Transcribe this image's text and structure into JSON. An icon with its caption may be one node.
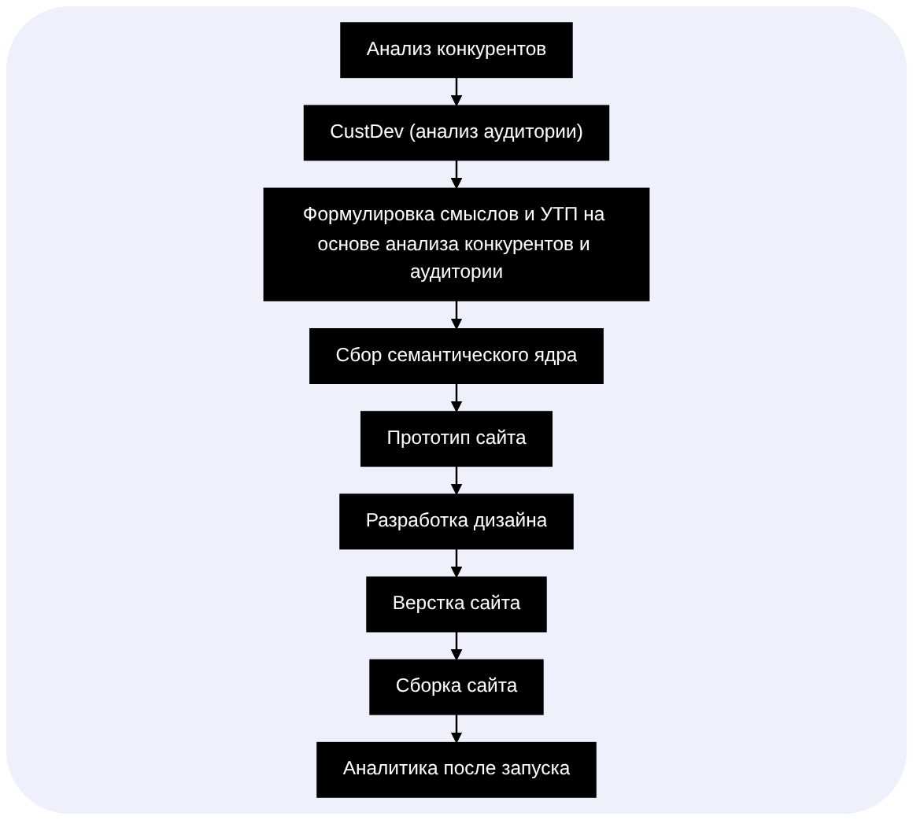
{
  "diagram": {
    "nodes": [
      {
        "text": [
          "Анализ конкурентов"
        ]
      },
      {
        "text": [
          "CustDev (анализ аудитории)"
        ]
      },
      {
        "text": [
          "Формулировка смыслов и УТП на основе анализа конкурентов и аудитории"
        ]
      },
      {
        "text": [
          "Сбор семантического ядра"
        ]
      },
      {
        "text": [
          "Прототип сайта"
        ]
      },
      {
        "text": [
          "Разработка дизайна"
        ]
      },
      {
        "text": [
          "Верстка сайта"
        ]
      },
      {
        "text": [
          "Сборка сайта"
        ]
      },
      {
        "text": [
          "Аналитика после запуска"
        ]
      }
    ],
    "edges": [
      {
        "from": 0,
        "to": 1,
        "arrow": "to"
      },
      {
        "from": 1,
        "to": 2,
        "arrow": "to"
      },
      {
        "from": 2,
        "to": 3,
        "arrow": "to"
      },
      {
        "from": 3,
        "to": 4,
        "arrow": "to"
      },
      {
        "from": 4,
        "to": 5,
        "arrow": "to"
      },
      {
        "from": 5,
        "to": 6,
        "arrow": "to"
      },
      {
        "from": 6,
        "to": 7,
        "arrow": "to"
      },
      {
        "from": 7,
        "to": 8,
        "arrow": "to"
      }
    ]
  }
}
